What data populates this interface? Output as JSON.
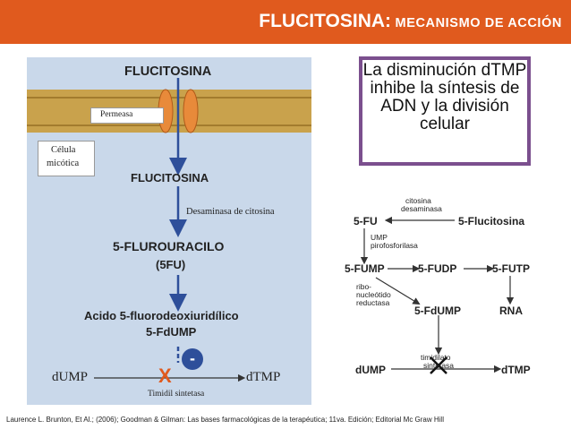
{
  "header": {
    "title_main": "FLUCITOSINA:",
    "title_sub": "MECANISMO DE ACCIÓN",
    "color": "#e05a1e"
  },
  "left_diagram": {
    "flucitosina_top": "FLUCITOSINA",
    "permeasa": "Permeasa",
    "celula_line1": "Célula",
    "celula_line2": "micótica",
    "flucitosina_in": "FLUCITOSINA",
    "desaminasa": "Desaminasa de citosina",
    "fluorouracilo": "5-FLUROURACILO",
    "fu_abbrev": "(5FU)",
    "acido": "Acido 5-fluorodeoxiuridílico",
    "fdump": "5-FdUMP",
    "minus": "-",
    "x_mark": "X",
    "dump": "dUMP",
    "dtmp": "dTMP",
    "timidil": "Timidil sintetasa"
  },
  "callout": {
    "text": "La disminución dTMP inhibe la síntesis de ADN y la división celular",
    "border_color": "#7b4f8e"
  },
  "right_diagram": {
    "citosina_desaminasa_1": "citosina",
    "citosina_desaminasa_2": "desaminasa",
    "five_fu": "5-FU",
    "five_flucitosina": "5-Flucitosina",
    "ump_1": "UMP",
    "ump_2": "pirofosforilasa",
    "five_fump": "5-FUMP",
    "five_fudp": "5-FUDP",
    "five_futp": "5-FUTP",
    "ribo_1": "ribo-",
    "ribo_2": "nucleótido",
    "ribo_3": "reductasa",
    "five_fdump": "5-FdUMP",
    "rna": "RNA",
    "timidilato_1": "timidilato",
    "timidilato_2": "sintetasa",
    "dump": "dUMP",
    "dtmp": "dTMP"
  },
  "citation": "Laurence L. Brunton, Et Al.;  (2006); Goodman & Gilman: Las bases farmacológicas de la terapéutica; 11va. Edición; Editorial Mc Graw Hill"
}
